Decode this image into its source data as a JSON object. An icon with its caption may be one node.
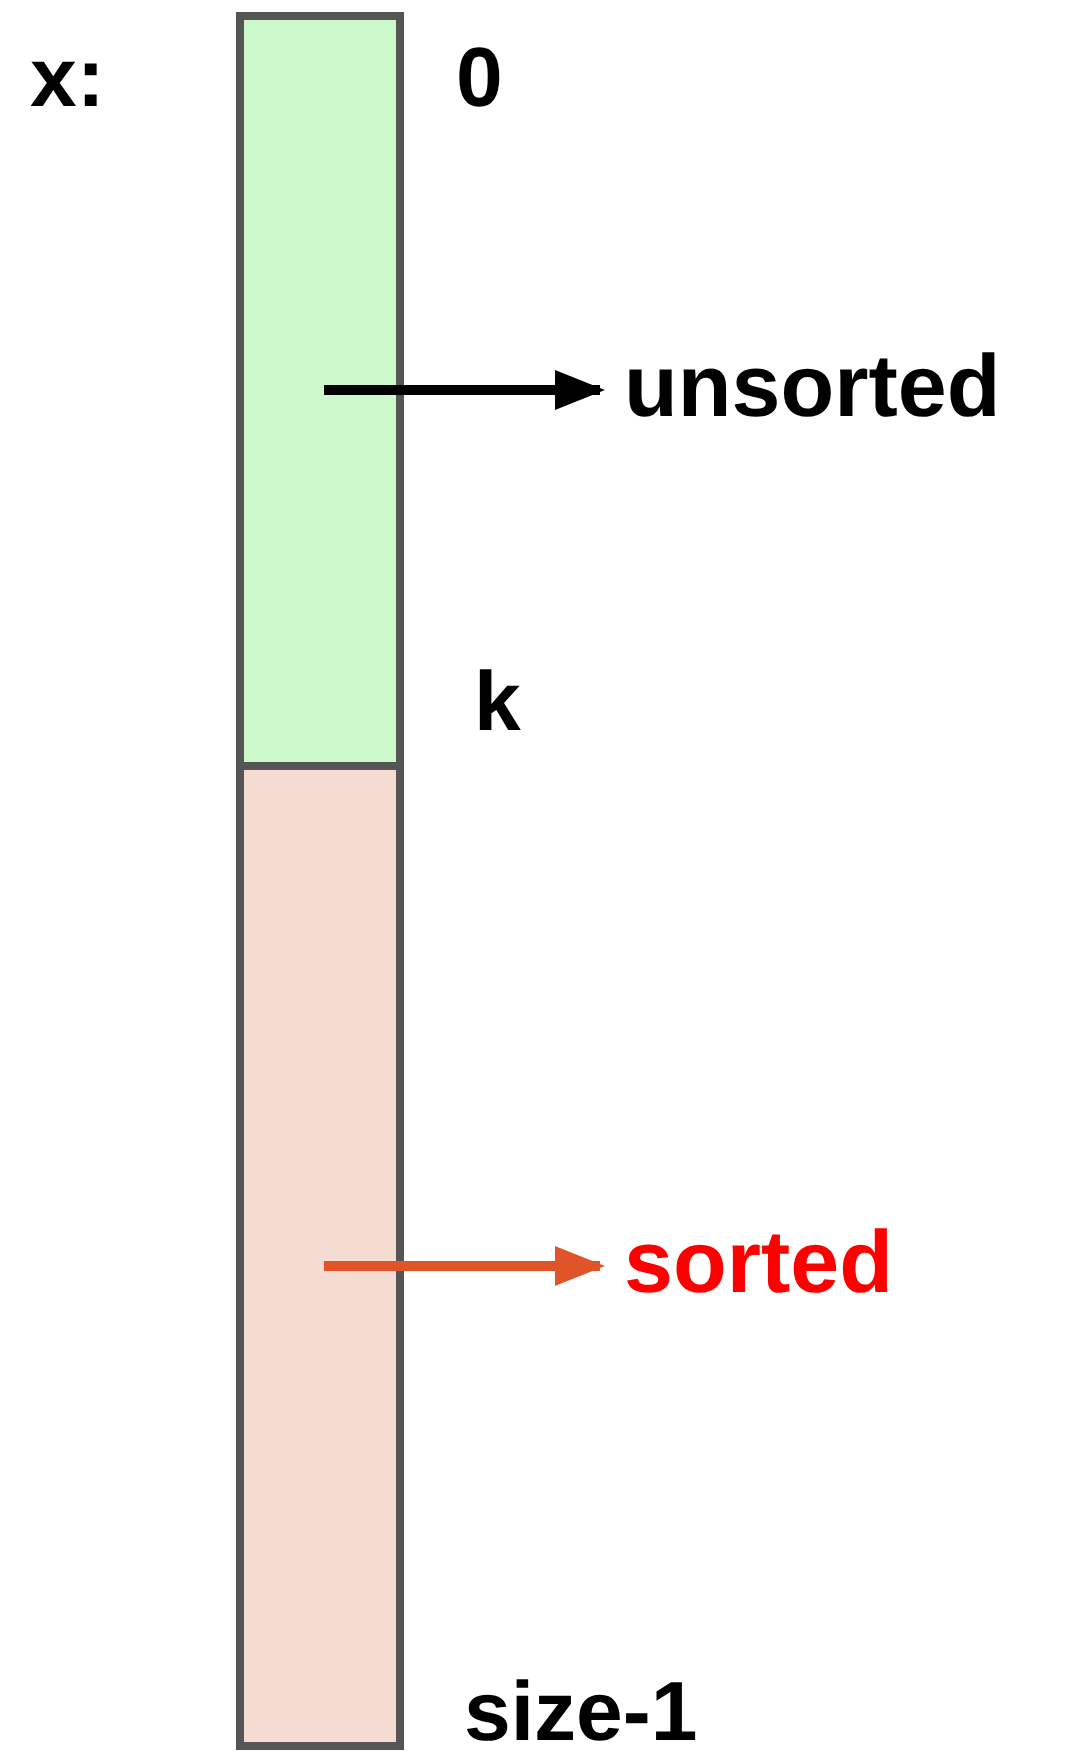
{
  "diagram": {
    "nodes": [
      {
        "text": [],
        "shape": "box"
      },
      {
        "text": [],
        "shape": "box"
      },
      {
        "text": [
          "unsorted"
        ]
      },
      {
        "text": [
          "sorted"
        ]
      }
    ],
    "edges": [
      {
        "from": 0,
        "to": 2,
        "arrow": "to"
      },
      {
        "from": 1,
        "to": 3,
        "arrow": "to",
        "color": "#e0542a"
      }
    ],
    "labels": [
      "x:",
      "0",
      "k",
      "size-1"
    ]
  }
}
